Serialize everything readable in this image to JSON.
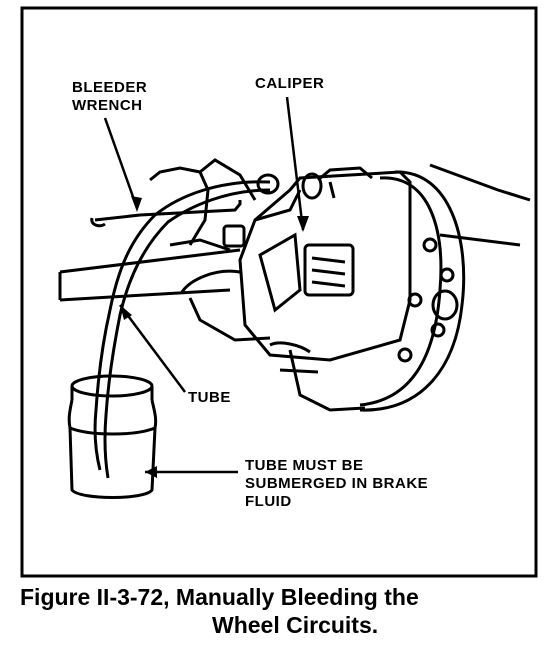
{
  "labels": {
    "bleeder_wrench_line1": "BLEEDER",
    "bleeder_wrench_line2": "WRENCH",
    "caliper": "CALIPER",
    "tube": "TUBE",
    "note_line1": "TUBE MUST BE",
    "note_line2": "SUBMERGED IN BRAKE",
    "note_line3": "FLUID"
  },
  "caption": {
    "line1": "Figure II-3-72, Manually Bleeding the",
    "line2": "Wheel Circuits."
  }
}
